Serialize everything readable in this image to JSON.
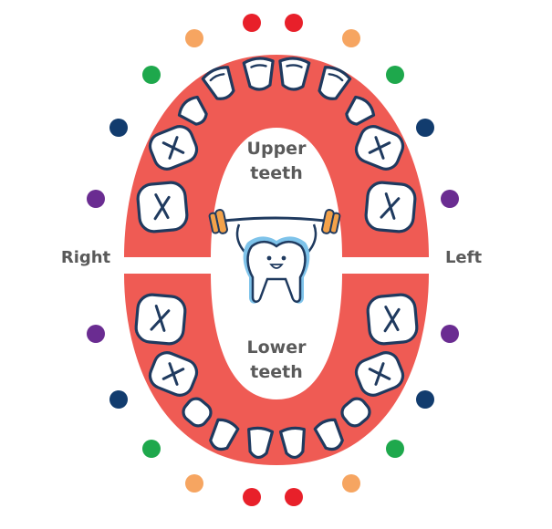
{
  "labels": {
    "right": "Right",
    "left": "Left",
    "upper_line1": "Upper",
    "upper_line2": "teeth",
    "lower_line1": "Lower",
    "lower_line2": "teeth"
  },
  "colors": {
    "gum": "#ef5b54",
    "outline": "#1f3a5f",
    "dot_red": "#e8202a",
    "dot_orange": "#f6a561",
    "dot_green": "#1ea84c",
    "dot_navy": "#123c6e",
    "dot_purple": "#6a2c91",
    "mascot_blue": "#7ec3ea",
    "weight_orange": "#f3a24a",
    "text": "#5a5a5a"
  },
  "icons": [
    "tooth-mascot-icon",
    "barbell-icon"
  ]
}
